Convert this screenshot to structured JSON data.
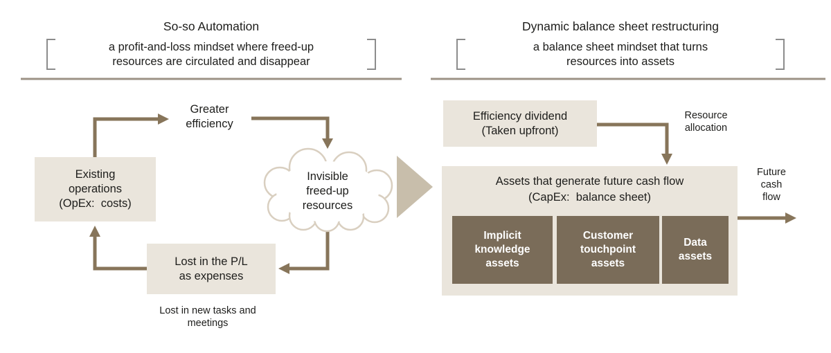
{
  "left_panel": {
    "title": "So-so Automation",
    "subtitle": "a profit-and-loss mindset where freed-up\nresources are circulated and disappear",
    "cycle": {
      "existing_operations": "Existing\noperations\n(OpEx:  costs)",
      "greater_efficiency": "Greater\nefficiency",
      "invisible_resources": "Invisible\nfreed-up\nresources",
      "lost_in_pl": "Lost in the P/L\nas expenses",
      "lost_note": "Lost in new tasks and\nmeetings"
    }
  },
  "right_panel": {
    "title": "Dynamic balance sheet restructuring",
    "subtitle": "a balance sheet mindset that turns\nresources into assets",
    "efficiency_dividend": "Efficiency dividend\n(Taken upfront)",
    "resource_allocation": "Resource\nallocation",
    "assets_box_title": "Assets that generate future cash flow\n(CapEx:  balance sheet)",
    "asset_items": [
      "Implicit\nknowledge\nassets",
      "Customer\ntouchpoint\nassets",
      "Data\nassets"
    ],
    "future_cash_flow": "Future\ncash\nflow"
  },
  "colors": {
    "box_fill": "#eae5dc",
    "dark_box_fill": "#7a6c59",
    "dark_box_text": "#ffffff",
    "arrow": "#87755a",
    "transition_triangle": "#c8beab",
    "cloud_outline": "#d9cfc0",
    "rule_line": "#9c9285",
    "bracket": "#8c8c8c",
    "text": "#1d1d1b"
  }
}
